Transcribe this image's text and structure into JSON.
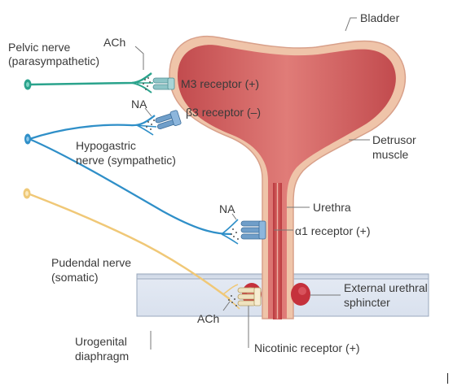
{
  "labels": {
    "bladder": "Bladder",
    "pelvic_nerve": [
      "Pelvic nerve",
      "(parasympathetic)"
    ],
    "ach_top": "ACh",
    "na_top": "NA",
    "m3_receptor": "M3 receptor (+)",
    "beta3_receptor": "β3 receptor (–)",
    "detrusor": [
      "Detrusor",
      "muscle"
    ],
    "hypogastric": [
      "Hypogastric",
      "nerve (sympathetic)"
    ],
    "urethra": "Urethra",
    "na_mid": "NA",
    "alpha1_receptor": "α1 receptor (+)",
    "pudendal": [
      "Pudendal nerve",
      "(somatic)"
    ],
    "external_sphincter": [
      "External urethral",
      "sphincter"
    ],
    "ach_bottom": "ACh",
    "urogenital": [
      "Urogenital",
      "diaphragm"
    ],
    "nicotinic": "Nicotinic receptor (+)"
  },
  "colors": {
    "bladder_fill": "#cf5b5c",
    "bladder_edge": "#e8b7a0",
    "pelvic_nerve": "#2aa38c",
    "hypogastric_nerve": "#2f8fc8",
    "pudendal_nerve": "#f0c877",
    "receptor_blue": "#6f9ec9",
    "receptor_teal": "#7fbcc0",
    "receptor_cream": "#efe2bf",
    "sphincter": "#c8323d",
    "diaphragm": "#dde5f1",
    "leader_line": "#777777"
  }
}
